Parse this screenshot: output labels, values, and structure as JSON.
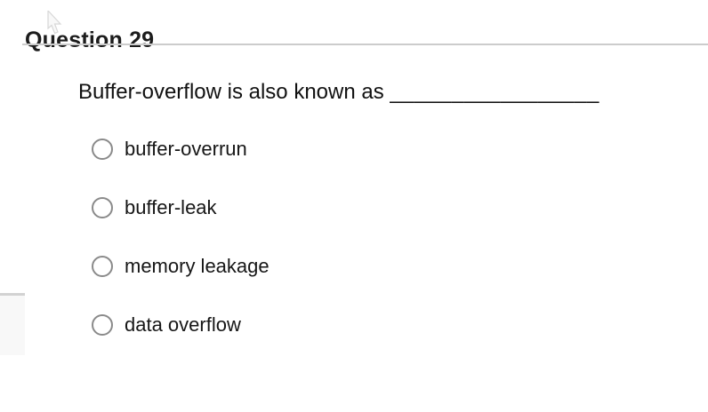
{
  "header": {
    "title": "Question 29"
  },
  "question": {
    "text": "Buffer-overflow is also known as ",
    "blank": "_________________"
  },
  "options": [
    {
      "label": "buffer-overrun",
      "selected": false
    },
    {
      "label": "buffer-leak",
      "selected": false
    },
    {
      "label": "memory leakage",
      "selected": false
    },
    {
      "label": "data overflow",
      "selected": false
    }
  ],
  "icons": {
    "cursor": "mouse-pointer-arrow"
  },
  "colors": {
    "title_text": "#1c1c1c",
    "body_text": "#111111",
    "divider": "#cccccc",
    "radio_border": "#8a8a8a",
    "fragment_fill": "#f8f8f8",
    "fragment_border": "#d2d2d2"
  }
}
